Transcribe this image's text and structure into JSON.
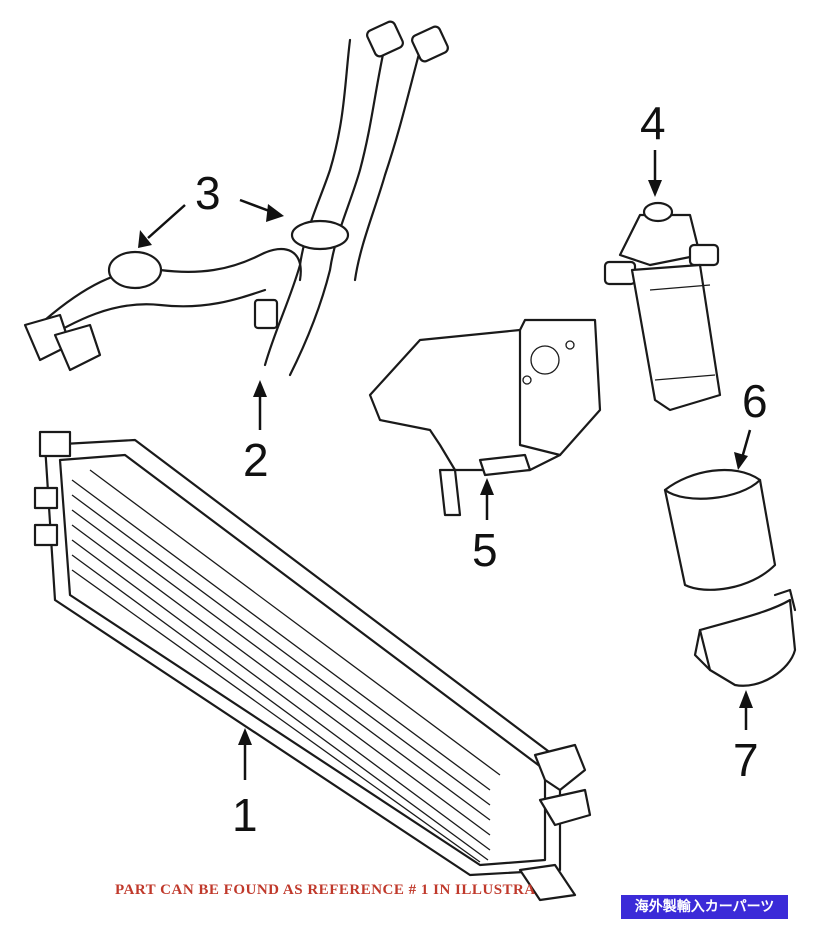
{
  "callouts": [
    {
      "id": "1",
      "label": "1"
    },
    {
      "id": "2",
      "label": "2"
    },
    {
      "id": "3",
      "label": "3"
    },
    {
      "id": "4",
      "label": "4"
    },
    {
      "id": "5",
      "label": "5"
    },
    {
      "id": "6",
      "label": "6"
    },
    {
      "id": "7",
      "label": "7"
    }
  ],
  "footer_note": "PART CAN BE FOUND AS REFERENCE # 1 IN ILLUSTRA",
  "badge": "海外製輸入カーパーツ",
  "colors": {
    "note": "#c0392b",
    "badge_bg": "#3b2bd8",
    "line": "#1a1a1a"
  }
}
